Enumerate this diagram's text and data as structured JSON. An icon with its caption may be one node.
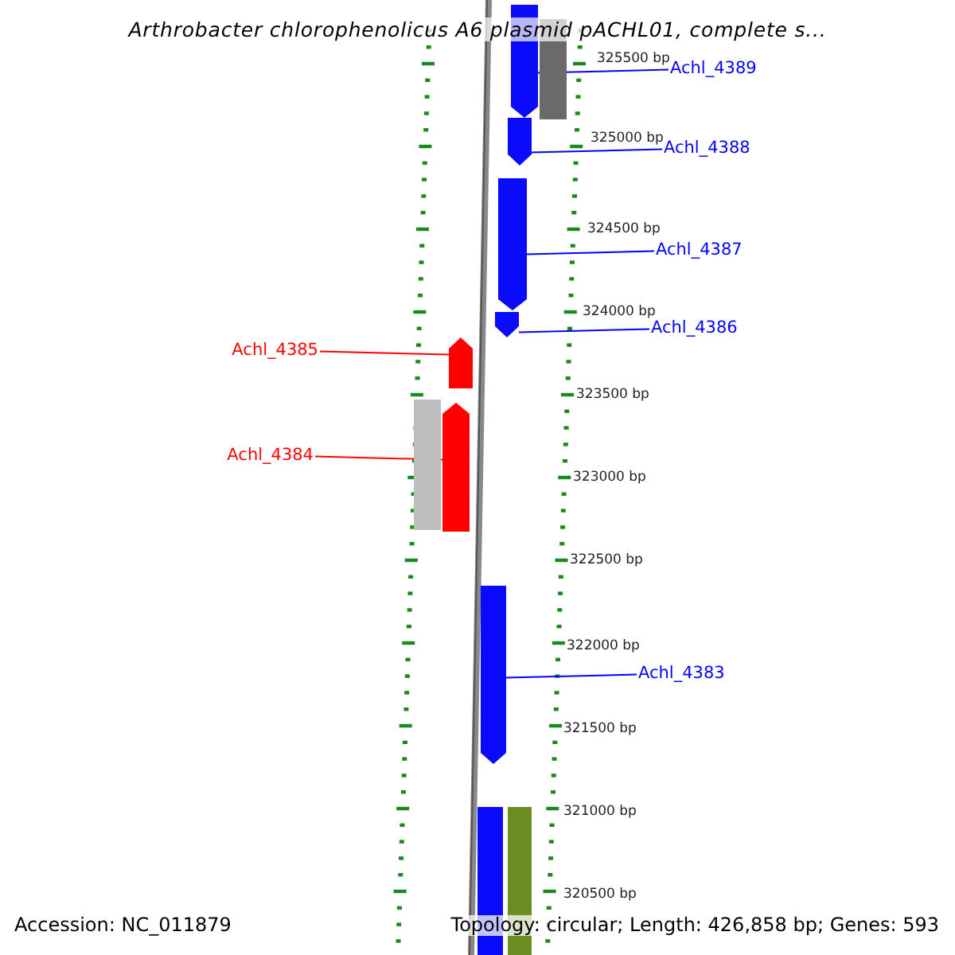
{
  "diagram": {
    "title": "Arthrobacter chlorophenolicus A6 plasmid pACHL01, complete s...",
    "nodes": [
      {
        "text": [
          "Achl_4389"
        ]
      },
      {
        "text": [
          "Achl_4388"
        ]
      },
      {
        "text": [
          "Achl_4387"
        ]
      },
      {
        "text": [
          "Achl_4386"
        ]
      },
      {
        "text": [
          "Achl_4385"
        ]
      },
      {
        "text": [
          "Achl_4384"
        ]
      },
      {
        "text": [
          "Achl_4383"
        ]
      },
      {
        "text": [],
        "shape": "pentagon"
      },
      {
        "text": [],
        "shape": "bar"
      },
      {
        "text": [],
        "shape": "pentagon"
      },
      {
        "text": [],
        "shape": "pentagon"
      },
      {
        "text": [],
        "shape": "pentagon"
      },
      {
        "text": [],
        "shape": "pentagon"
      },
      {
        "text": [],
        "shape": "bar"
      },
      {
        "text": [],
        "shape": "pentagon"
      },
      {
        "text": [],
        "shape": "pentagon"
      },
      {
        "text": [],
        "shape": "bar"
      },
      {
        "text": [],
        "shape": "bar"
      }
    ],
    "edges": [
      {
        "from": 0,
        "to": 7,
        "arrow": "none"
      },
      {
        "from": 1,
        "to": 9,
        "arrow": "none"
      },
      {
        "from": 2,
        "to": 10,
        "arrow": "none"
      },
      {
        "from": 3,
        "to": 11,
        "arrow": "none"
      },
      {
        "from": 4,
        "to": 12,
        "arrow": "none",
        "color": "#ff0000"
      },
      {
        "from": 5,
        "to": 14,
        "arrow": "none",
        "color": "#ff0000"
      },
      {
        "from": 6,
        "to": 15,
        "arrow": "none"
      }
    ],
    "labels": [
      "325500 bp",
      "325000 bp",
      "324500 bp",
      "324000 bp",
      "323500 bp",
      "323000 bp",
      "322500 bp",
      "322000 bp",
      "321500 bp",
      "321000 bp",
      "320500 bp",
      "Accession: NC_011879",
      "Topology: circular; Length: 426,858 bp; Genes: 593"
    ]
  }
}
